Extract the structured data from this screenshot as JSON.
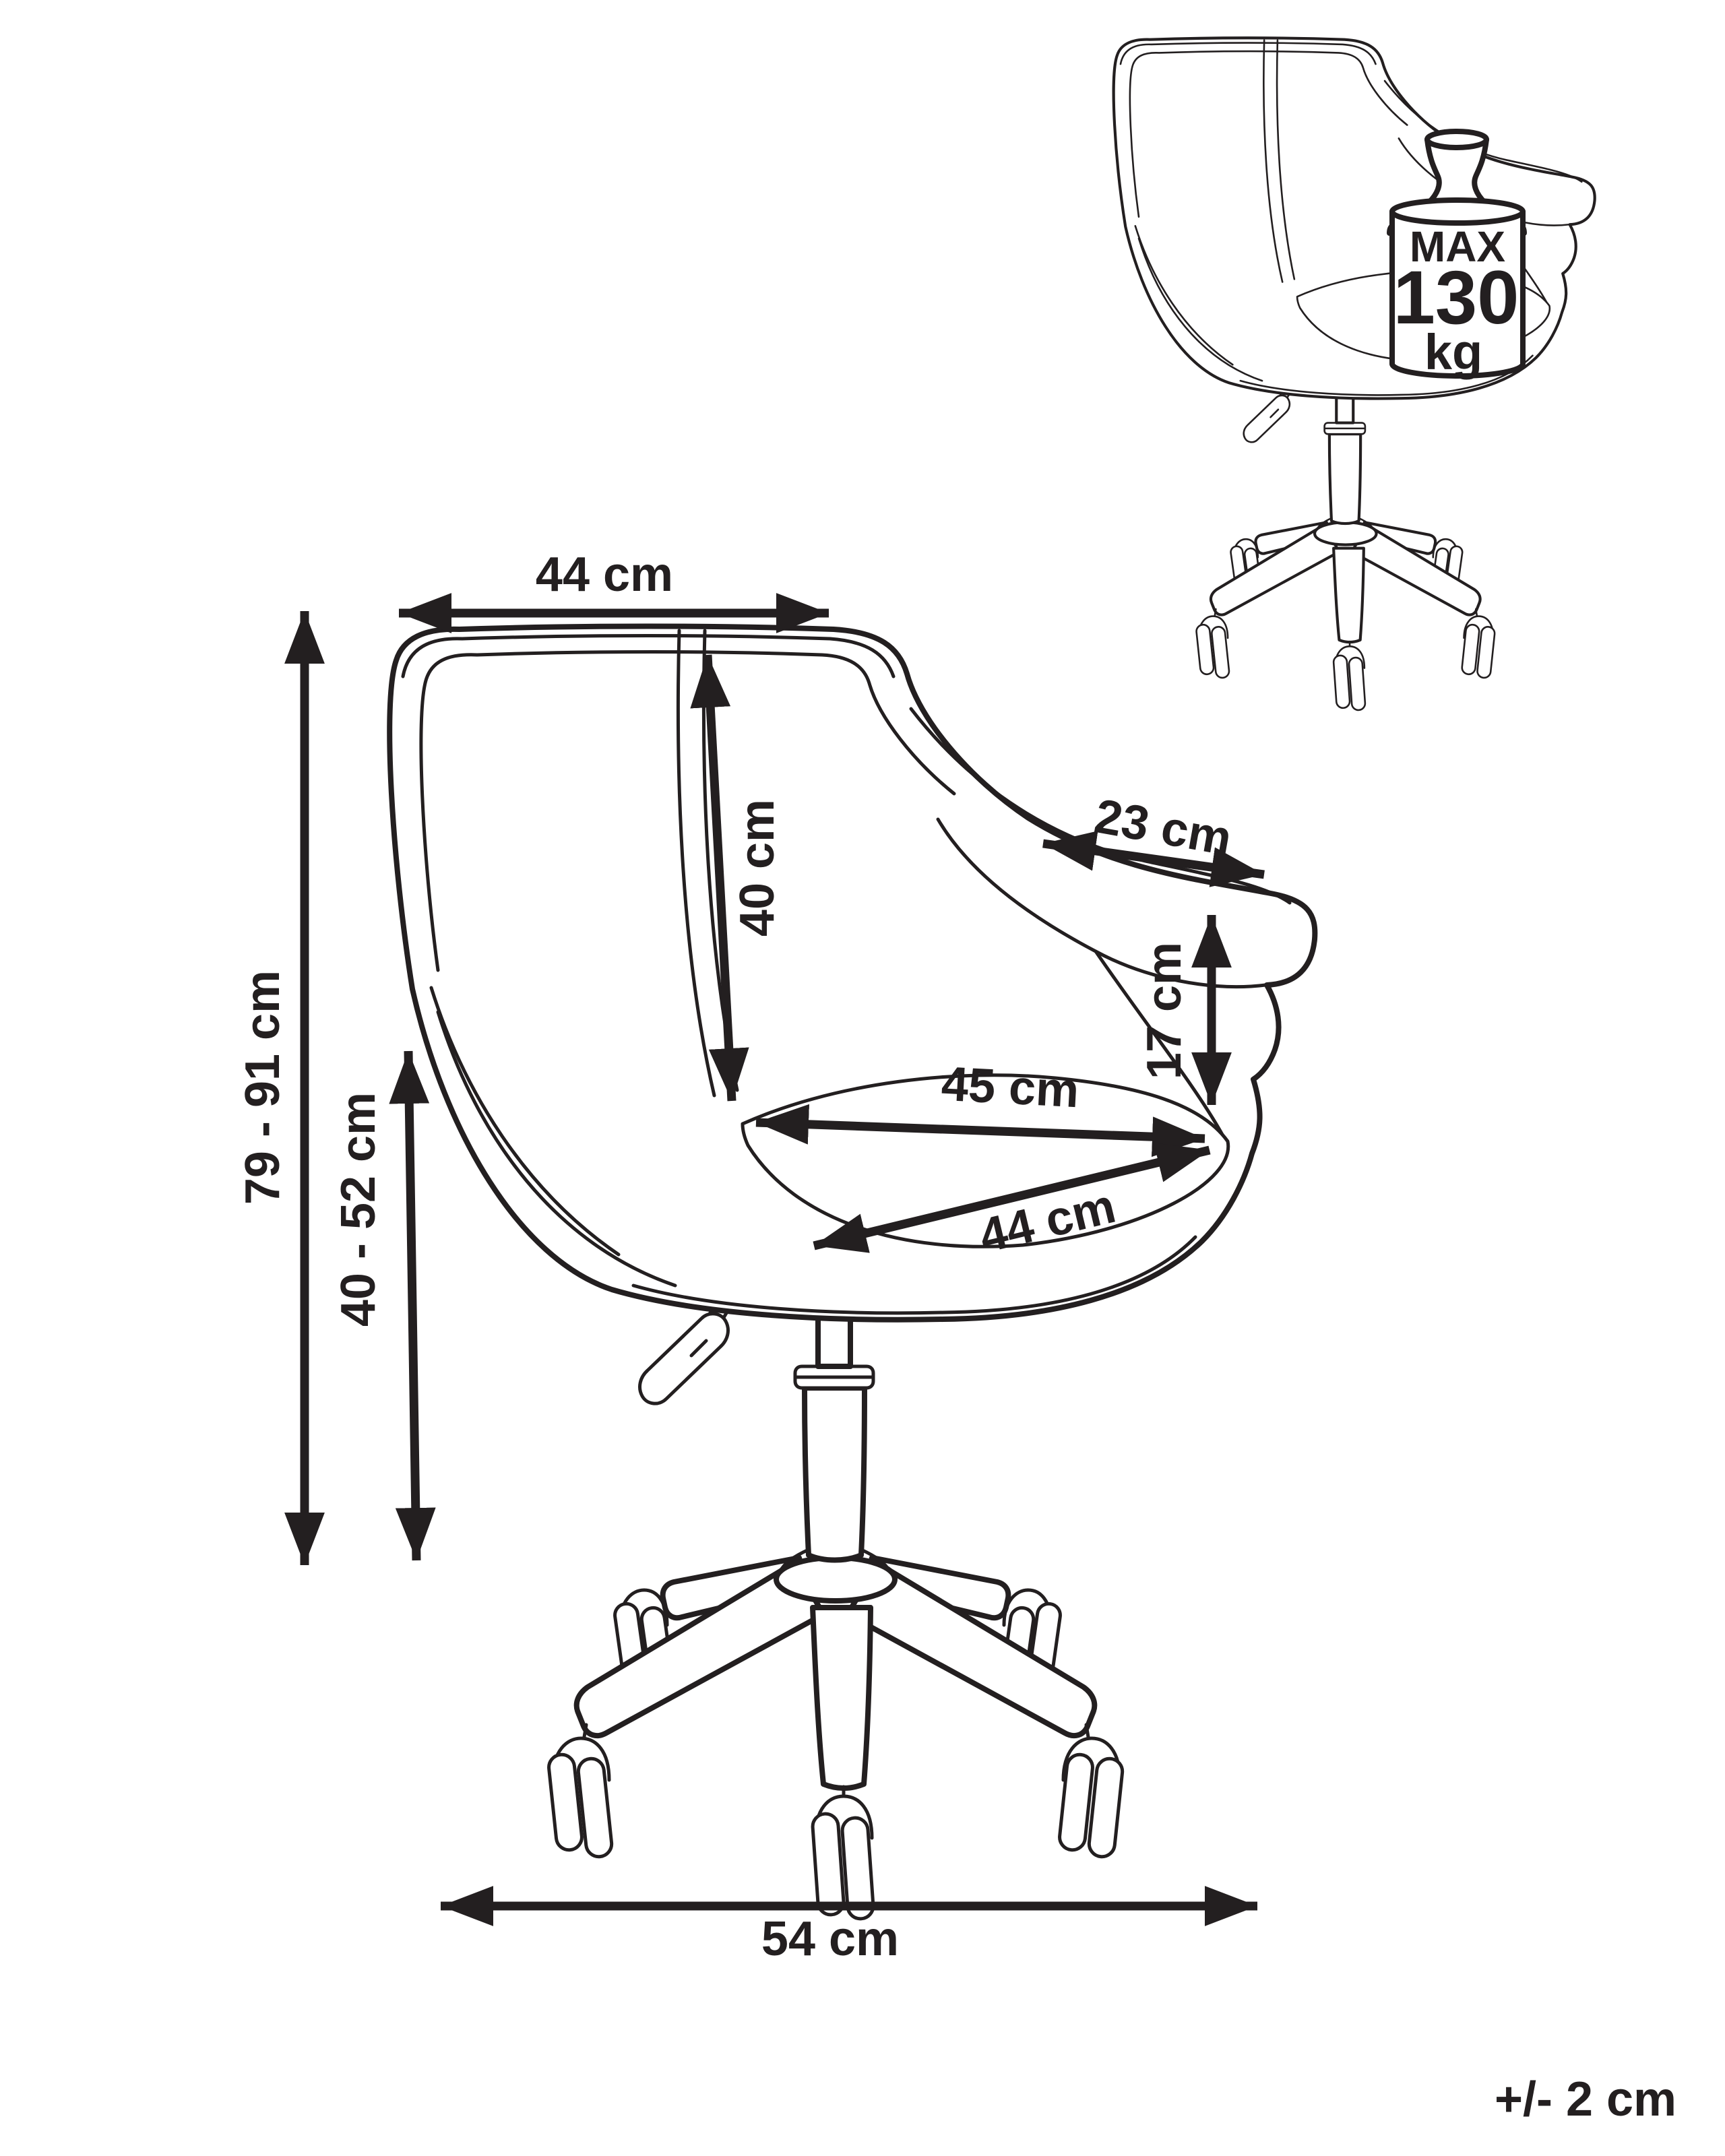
{
  "page": {
    "background_color": "#ffffff",
    "line_color": "#231f20"
  },
  "dimensions": {
    "back_width": "44 cm",
    "back_height": "40 cm",
    "armrest_depth": "23 cm",
    "seat_edge_height": "17 cm",
    "seat_width": "45 cm",
    "seat_depth": "44 cm",
    "total_height": "79 - 91 cm",
    "seat_height_range": "40 - 52 cm",
    "base_width": "54 cm"
  },
  "max_load": {
    "line1": "MAX",
    "line2": "130",
    "line3": "kg"
  },
  "tolerance": "+/- 2 cm"
}
